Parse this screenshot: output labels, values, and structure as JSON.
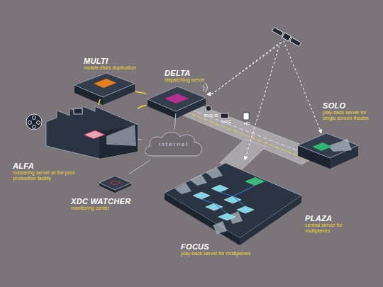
{
  "diagram": {
    "nodes": [
      {
        "text": [
          "MULTI",
          "mobile disks duplication"
        ]
      },
      {
        "text": [
          "DELTA",
          "dispatching server"
        ]
      },
      {
        "text": [
          "SOLO",
          "play-back server for single screen theatre"
        ]
      },
      {
        "text": [
          "ALFA",
          "mastering server at the post-production facility"
        ]
      },
      {
        "text": [
          "internet"
        ]
      },
      {
        "text": [
          "XDC WATCHER",
          "monitoring center"
        ]
      },
      {
        "text": [
          "PLAZA",
          "central server for multiplexes"
        ]
      },
      {
        "text": [
          "FOCUS",
          "play-back server for multiplexes"
        ],
        "in": 6
      }
    ],
    "edges": [
      {
        "from": 3,
        "to": 0,
        "arrow": "none"
      },
      {
        "from": 3,
        "to": 1,
        "arrow": "none"
      },
      {
        "from": 0,
        "to": 1,
        "arrow": "none"
      },
      {
        "from": 1,
        "to": 2,
        "arrow": "both"
      },
      {
        "from": 1,
        "to": 6,
        "arrow": "both"
      },
      {
        "from": 3,
        "to": 4,
        "arrow": "none"
      },
      {
        "from": 5,
        "to": 4,
        "arrow": "none"
      },
      {
        "from": 1,
        "to": 4,
        "arrow": "none"
      },
      {
        "from": 4,
        "to": 6,
        "arrow": "none"
      }
    ],
    "labels": [
      "DVD-R",
      "TAPE",
      "HD"
    ]
  }
}
